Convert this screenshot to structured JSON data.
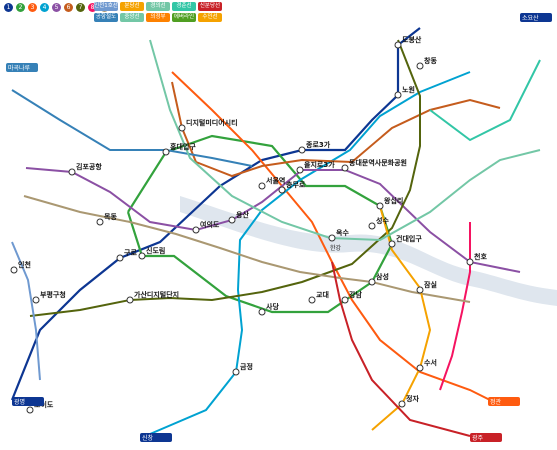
{
  "legend": {
    "numbered_lines": [
      {
        "label": "1",
        "color": "#0d3692"
      },
      {
        "label": "2",
        "color": "#33a23d"
      },
      {
        "label": "3",
        "color": "#fe5b10"
      },
      {
        "label": "4",
        "color": "#00a2d1"
      },
      {
        "label": "5",
        "color": "#8b50a4"
      },
      {
        "label": "6",
        "color": "#c55c1d"
      },
      {
        "label": "7",
        "color": "#54640d"
      },
      {
        "label": "8",
        "color": "#f51361"
      },
      {
        "label": "9",
        "color": "#aa9872"
      }
    ],
    "named_lines": [
      {
        "label": "인천1호선",
        "color": "#6f99d0"
      },
      {
        "label": "분당선",
        "color": "#f5a200"
      },
      {
        "label": "경의선",
        "color": "#73c7a6"
      },
      {
        "label": "경춘선",
        "color": "#32c6a6"
      },
      {
        "label": "신분당선",
        "color": "#c82127"
      },
      {
        "label": "공항철도",
        "color": "#3681b7"
      },
      {
        "label": "중앙선",
        "color": "#73c7a6"
      },
      {
        "label": "의정부",
        "color": "#fd8100"
      },
      {
        "label": "에버라인",
        "color": "#509f22"
      },
      {
        "label": "수인선",
        "color": "#f5a200"
      }
    ]
  },
  "stations": {
    "seoul": "서울역",
    "jongno3ga": "종로3가",
    "dongdaemun": "동대문역사문화공원",
    "gangnam": "강남",
    "jamsil": "잠실",
    "sindorim": "신도림",
    "guro": "구로",
    "yeouido": "여의도",
    "hongdae": "홍대입구",
    "wangsimni": "왕십리",
    "gimpo": "김포공항",
    "geumjeong": "금정",
    "sadang": "사당",
    "konkuk": "건대입구",
    "suseo": "수서",
    "nowon": "노원",
    "dobongsan": "도봉산",
    "cheonho": "천호",
    "gasan": "가산디지털단지",
    "bucheon": "부평구청",
    "dmc": "디지털미디어시티",
    "chungmuro": "충무로",
    "euljiro": "을지로3가",
    "yongsan": "용산",
    "seongsu": "성수",
    "mokdong": "목동",
    "samseong": "삼성",
    "gyodae": "교대",
    "oksu": "옥수",
    "changdong": "창동",
    "jeongja": "정자",
    "oido": "오이도",
    "incheon": "인천"
  },
  "terminals": {
    "soyosan": "소요산",
    "magok": "마곡나루",
    "gwangmyeong": "광명",
    "sinchang": "신창",
    "jeonggwan": "정관",
    "gwangju": "광주"
  },
  "regions": {
    "han_river": "한강"
  }
}
